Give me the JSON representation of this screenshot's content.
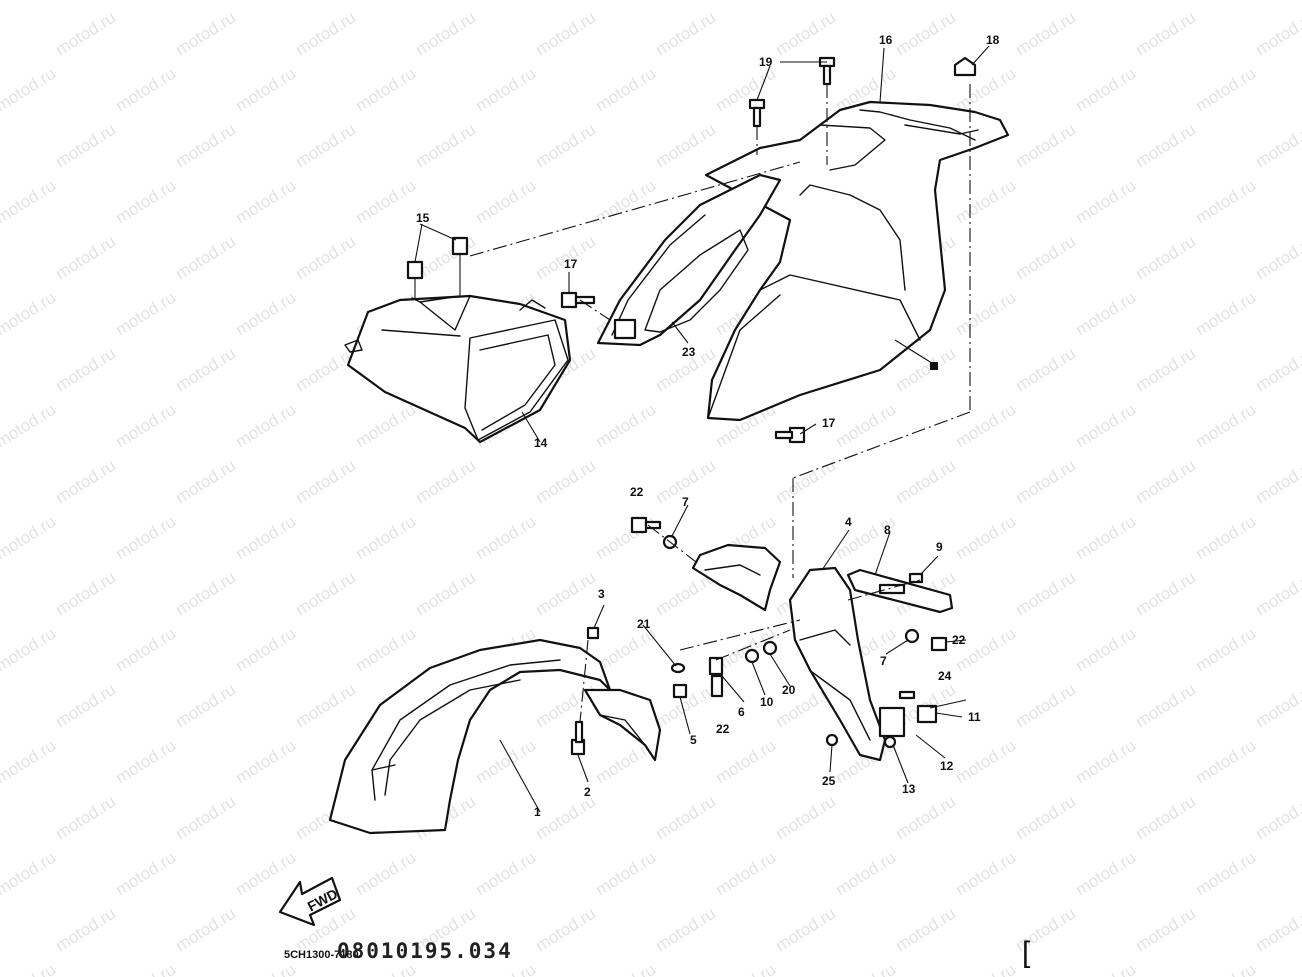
{
  "diagram": {
    "callouts": [
      "1",
      "2",
      "3",
      "4",
      "5",
      "6",
      "7",
      "7",
      "8",
      "9",
      "10",
      "11",
      "12",
      "13",
      "14",
      "15",
      "16",
      "17",
      "17",
      "18",
      "19",
      "20",
      "21",
      "22",
      "22",
      "22",
      "23",
      "24",
      "25"
    ],
    "watermark_text": "motod.ru",
    "fwd_label": "FWD",
    "drawing_code": "5CH1300-7180",
    "catalog_number": "08010195.034",
    "bracket_mark": "["
  }
}
